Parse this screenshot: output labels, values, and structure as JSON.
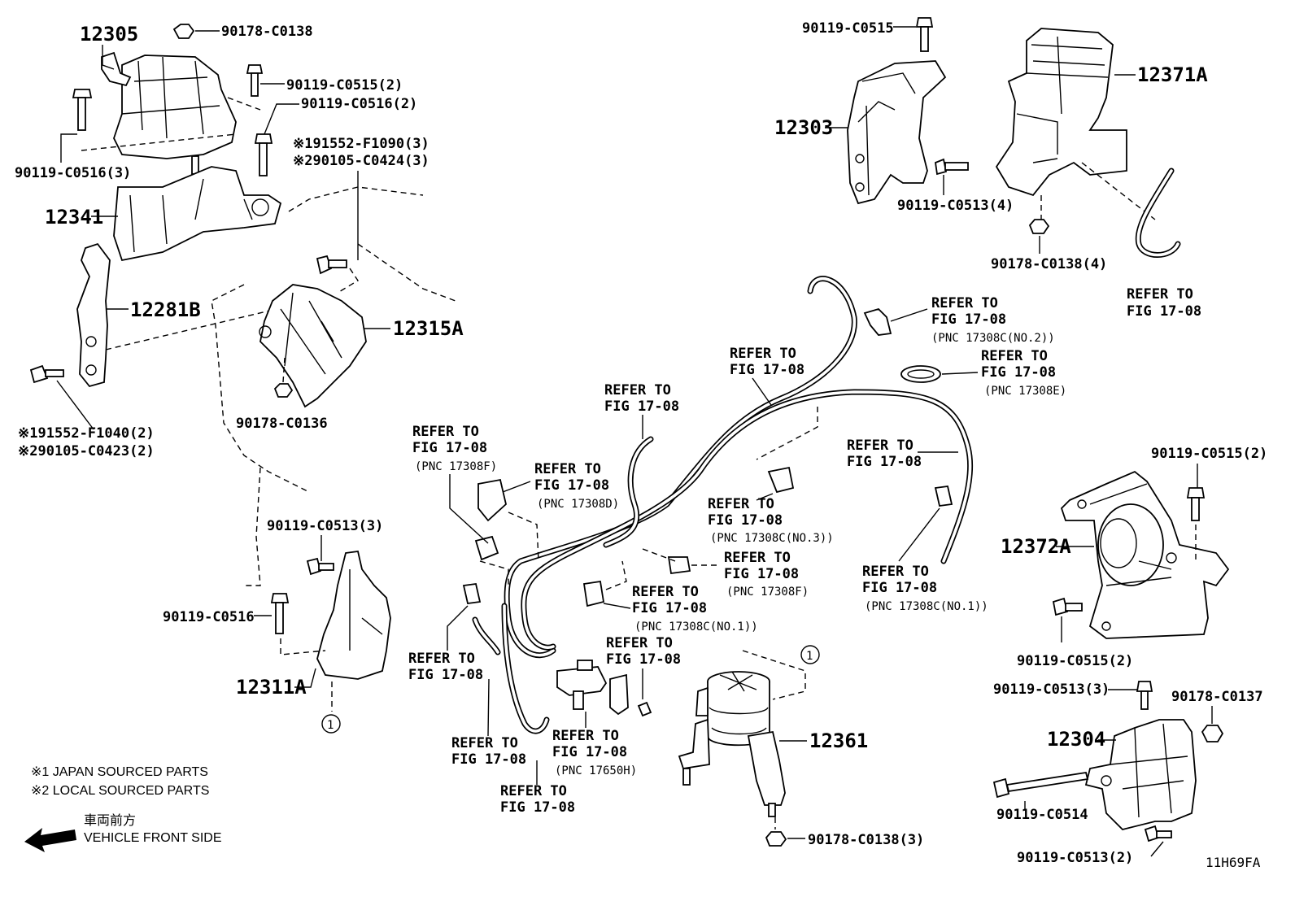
{
  "diagram_id": "11H69FA",
  "notes": {
    "note1": "※1 JAPAN SOURCED PARTS",
    "note2": "※2 LOCAL SOURCED PARTS",
    "front_jp": "車両前方",
    "front_en": "VEHICLE FRONT SIDE"
  },
  "parts": {
    "p12305": "12305",
    "p12341": "12341",
    "p12281B": "12281B",
    "p12315A": "12315A",
    "p12311A": "12311A",
    "p12303": "12303",
    "p12371A": "12371A",
    "p12372A": "12372A",
    "p12361": "12361",
    "p12304": "12304"
  },
  "fasteners": {
    "f1": "90178-C0138",
    "f2": "90119-C0515(2)",
    "f3": "90119-C0516(2)",
    "f4": "※191552-F1090(3)",
    "f5": "※290105-C0424(3)",
    "f6": "90119-C0516(3)",
    "f7": "※191552-F1040(2)",
    "f8": "※290105-C0423(2)",
    "f9": "90178-C0136",
    "f10": "90119-C0513(3)",
    "f11": "90119-C0516",
    "f12": "90119-C0515",
    "f13": "90119-C0513(4)",
    "f14": "90178-C0138(4)",
    "f15": "90119-C0515(2)",
    "f16": "90119-C0515(2)",
    "f17": "90119-C0513(3)",
    "f18": "90178-C0137",
    "f19": "90119-C0514",
    "f20": "90119-C0513(2)",
    "f21": "90178-C0138(3)"
  },
  "refs": {
    "refer_to": "REFER TO",
    "fig": "FIG 17-08",
    "pnc_2": "(PNC 17308C(NO.2))",
    "pnc_e": "(PNC 17308E)",
    "pnc_f": "(PNC 17308F)",
    "pnc_d": "(PNC 17308D)",
    "pnc_3": "(PNC 17308C(NO.3))",
    "pnc_1": "(PNC 17308C(NO.1))",
    "pnc_h": "(PNC 17650H)"
  },
  "circle_marker": "1"
}
